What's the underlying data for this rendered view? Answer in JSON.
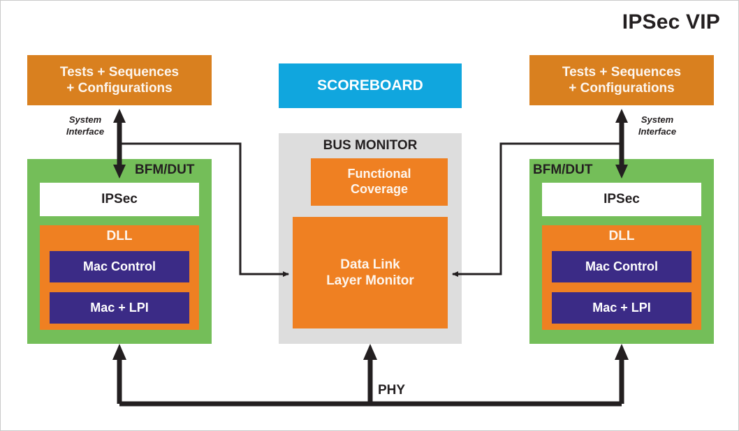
{
  "title": "IPSec VIP",
  "colors": {
    "orange_dark": "#d9801f",
    "orange": "#ef8022",
    "blue": "#10a6de",
    "green": "#74be59",
    "grey": "#dddddd",
    "purple": "#3b2b86",
    "line": "#231f20",
    "border": "#c9c9c9"
  },
  "left_stack": {
    "tests_label": "Tests + Sequences\n+ Configurations",
    "tests_line1": "Tests + Sequences",
    "tests_line2": "+ Configurations",
    "system_interface_line1": "System",
    "system_interface_line2": "Interface",
    "bfm_label": "BFM/DUT",
    "ipsec_label": "IPSec",
    "dll_label": "DLL",
    "mac_control_label": "Mac Control",
    "mac_lpi_label": "Mac + LPI"
  },
  "center_stack": {
    "scoreboard_label": "SCOREBOARD",
    "bus_monitor_label": "BUS MONITOR",
    "functional_coverage_line1": "Functional",
    "functional_coverage_line2": "Coverage",
    "data_link_monitor_line1": "Data Link",
    "data_link_monitor_line2": "Layer Monitor"
  },
  "right_stack": {
    "tests_line1": "Tests + Sequences",
    "tests_line2": "+ Configurations",
    "system_interface_line1": "System",
    "system_interface_line2": "Interface",
    "bfm_label": "BFM/DUT",
    "ipsec_label": "IPSec",
    "dll_label": "DLL",
    "mac_control_label": "Mac Control",
    "mac_lpi_label": "Mac + LPI"
  },
  "bus": {
    "phy_label": "PHY"
  }
}
